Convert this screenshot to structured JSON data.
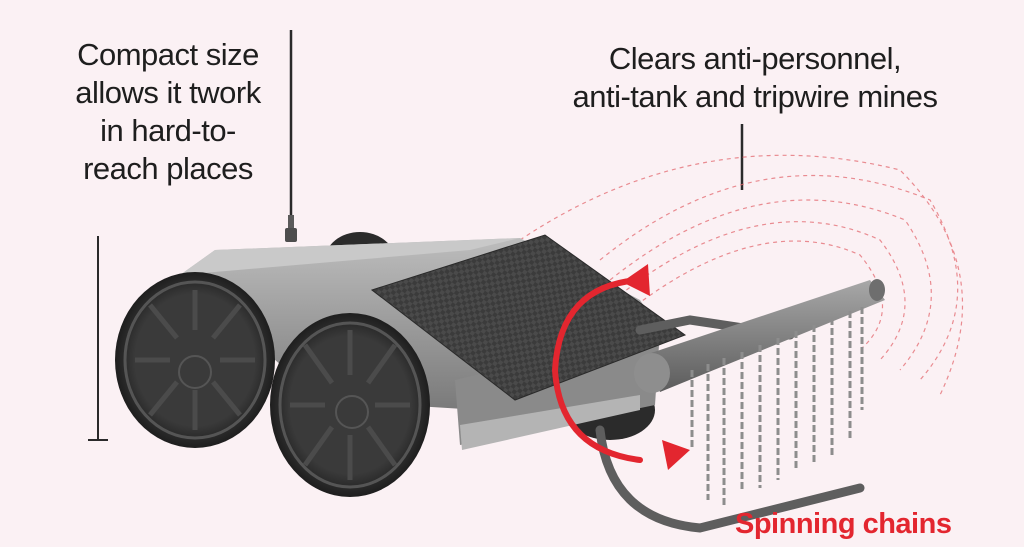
{
  "annotations": {
    "left_lines": [
      "Compact size",
      "allows it twork",
      "in hard-to-",
      "reach places"
    ],
    "right_lines": [
      "Clears anti-personnel,",
      "anti-tank and tripwire mines"
    ],
    "bottom": "Spinning chains"
  },
  "colors": {
    "background": "#fbf1f4",
    "accent_red": "#e3262f",
    "text": "#1e1e1e",
    "robot_body": "#9a9a9a",
    "wheels": "#2e2e2e",
    "plate": "#3a3a3a",
    "chains": "#8d8d8d"
  }
}
